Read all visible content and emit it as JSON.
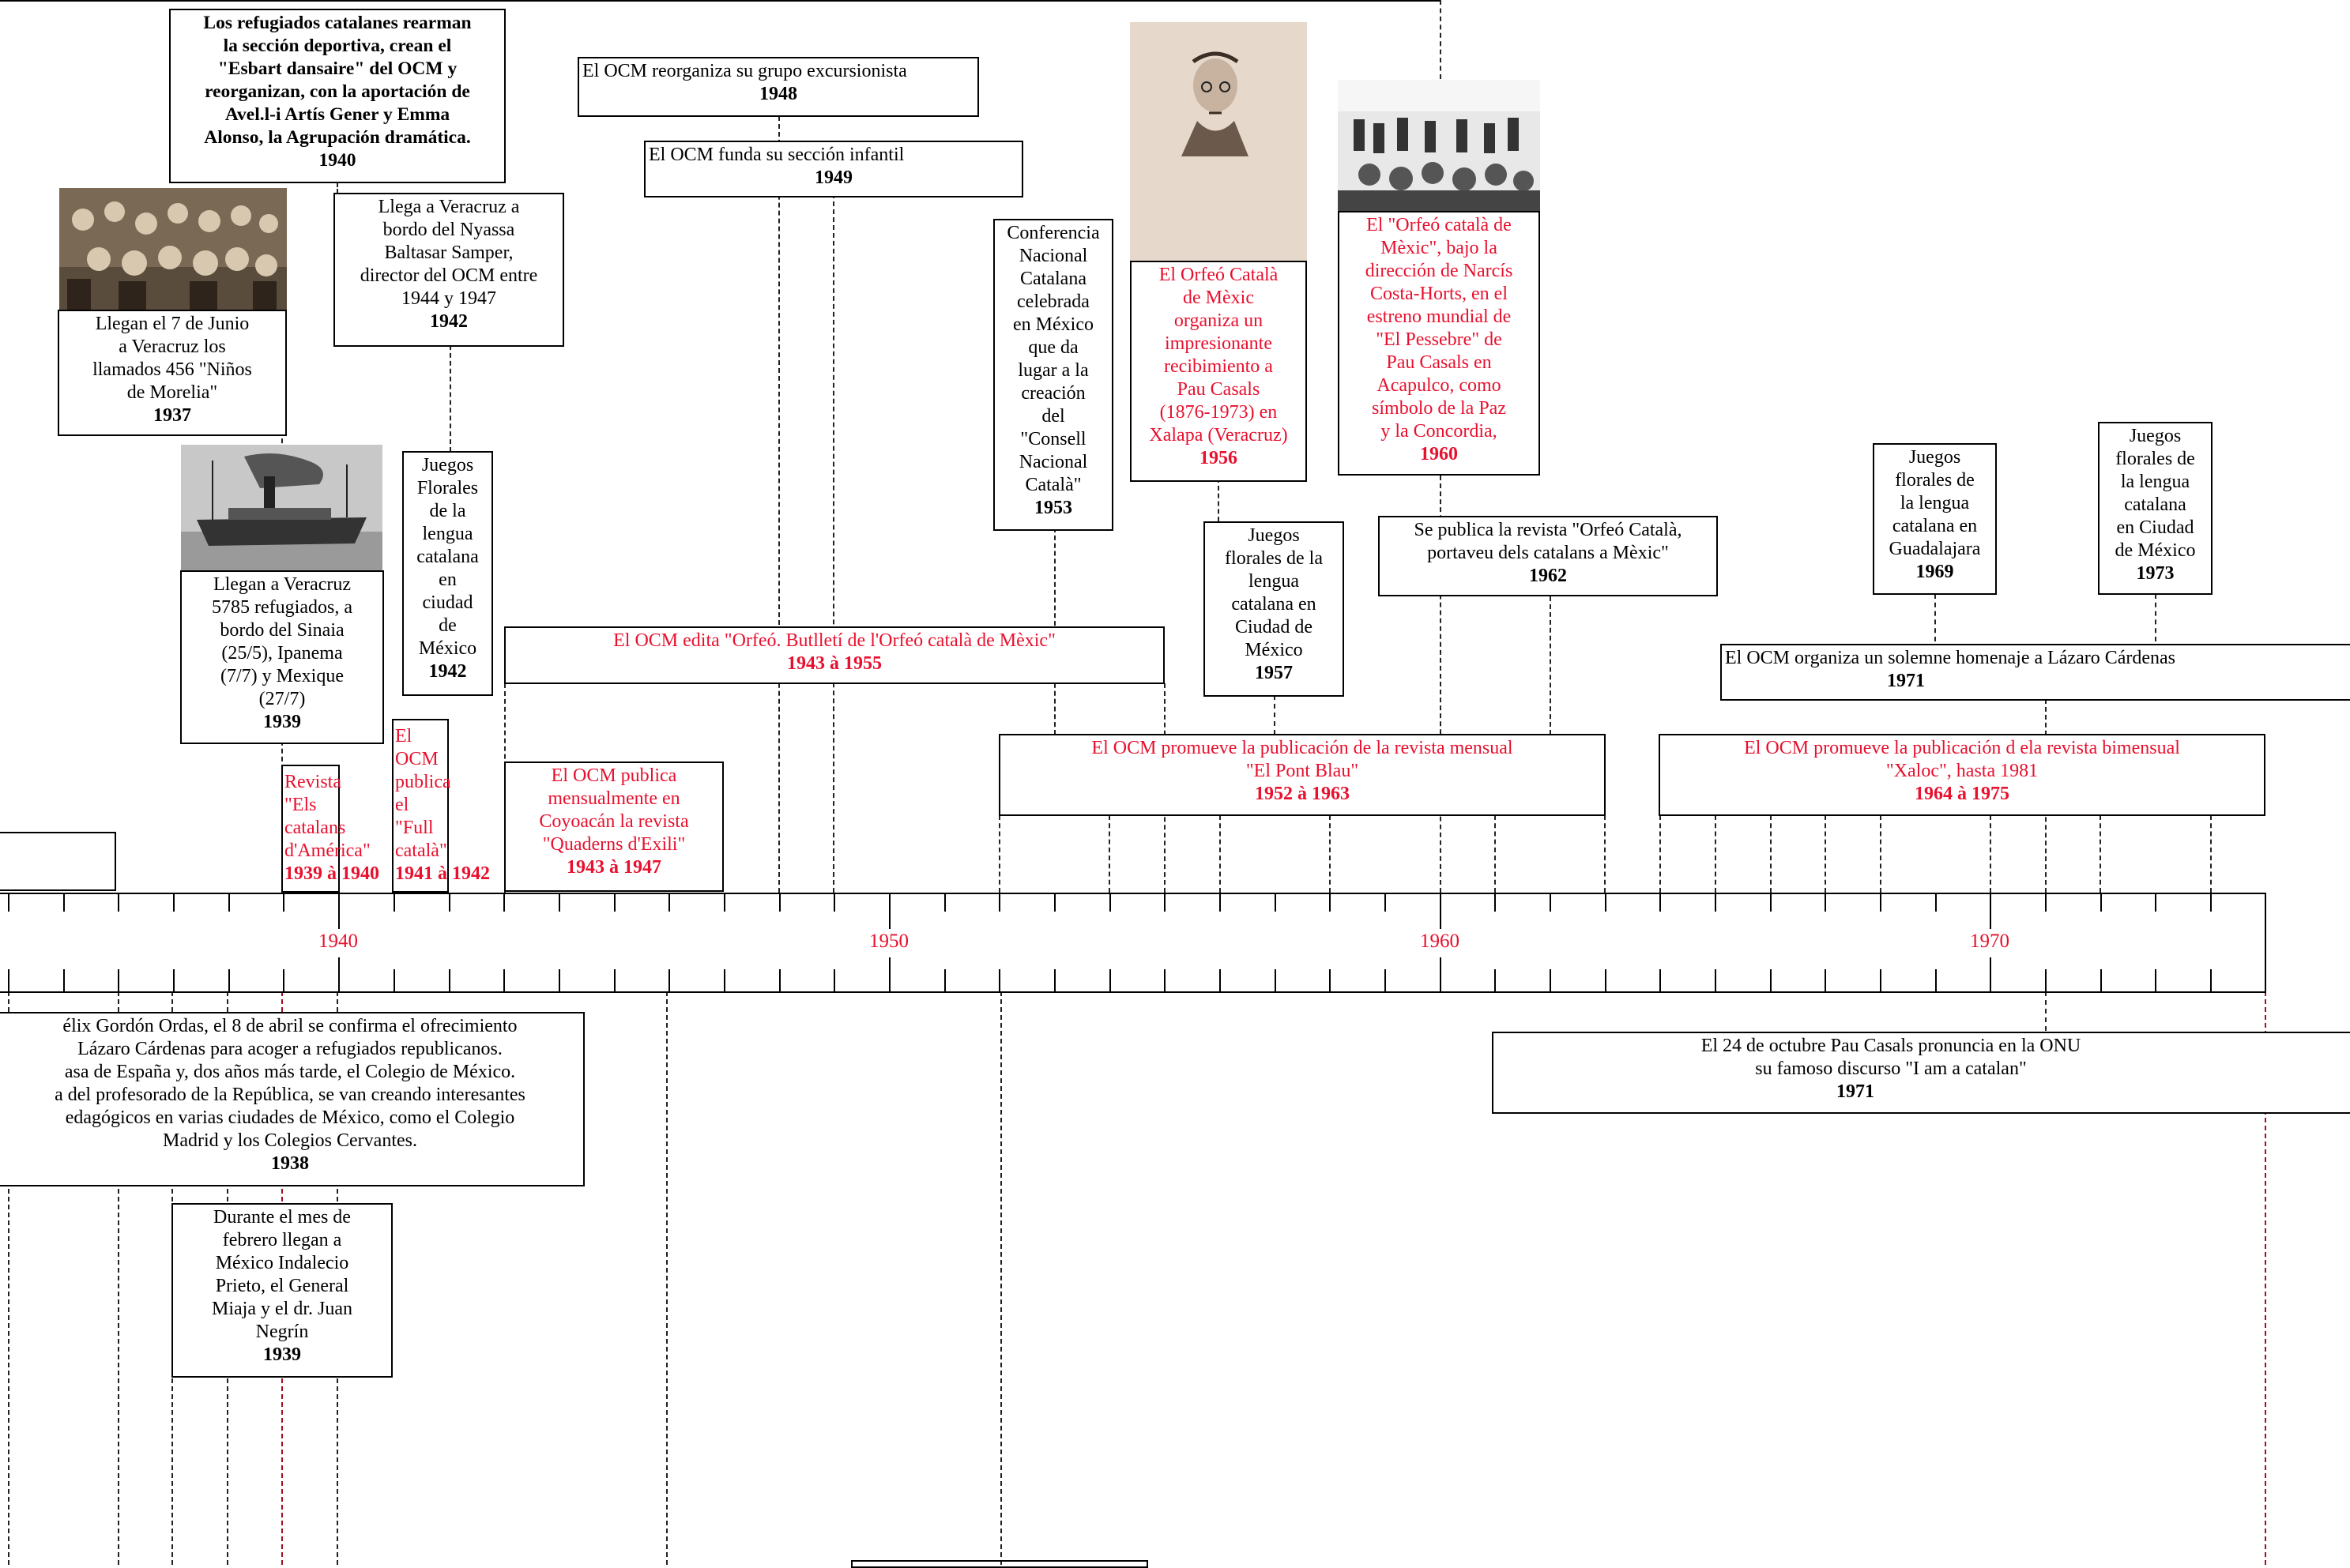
{
  "events": {
    "e1940_catalanes": {
      "text": "Los refugiados catalanes rearman\nla sección deportiva, crean el\n\"Esbart dansaire\" del OCM y\nreorganizan, con la aportación de\nAvel.l-i Artís Gener y Emma\nAlonso, la Agrupación dramática.",
      "year": "1940"
    },
    "e1937_ninos": {
      "text": "Llegan el 7 de Junio\na Veracruz los\nllamados 456 \"Niños\nde Morelia\"",
      "year": "1937"
    },
    "e1942_nyassa": {
      "text": "Llega a Veracruz a\nbordo del Nyassa\nBaltasar Samper,\ndirector del OCM entre\n1944 y 1947",
      "year": "1942"
    },
    "e1939_sinaia": {
      "text": "Llegan a Veracruz\n5785 refugiados, a\nbordo del Sinaia\n(25/5), Ipanema\n(7/7) y Mexique\n(27/7)",
      "year": "1939"
    },
    "e1942_juegos": {
      "text": "Juegos\nFlorales\nde la\nlengua\ncatalana\nen\nciudad\nde\nMéxico",
      "year": "1942"
    },
    "e1939_revista": {
      "text": "Revista\n\"Els\ncatalans\nd'América\"",
      "year": "1939 à 1940"
    },
    "e1941_full": {
      "text": "El\nOCM\npublica\nel\n\"Full\ncatalà\"",
      "year": "1941 à 1942"
    },
    "e1943_quaderns": {
      "text": "El OCM publica\nmensualmente en\nCoyoacán la revista\n\"Quaderns d'Exili\"",
      "year": "1943 à 1947"
    },
    "e1943_orfeo": {
      "text": "El OCM edita \"Orfeó. Butlletí de l'Orfeó català de Mèxic\"",
      "year": "1943 à 1955"
    },
    "e1948_excursionista": {
      "text": "El OCM reorganiza su grupo excursionista",
      "year": "1948"
    },
    "e1949_infantil": {
      "text": "El OCM funda su sección infantil",
      "year": "1949"
    },
    "e1953_conferencia": {
      "text": "Conferencia\nNacional\nCatalana\ncelebrada\nen México\nque da\nlugar a la\ncreación\ndel\n\"Consell\nNacional\nCatalà\"",
      "year": "1953"
    },
    "e1956_casals": {
      "text": "El Orfeó Català\nde Mèxic\norganiza un\nimpresionante\nrecibimiento a\nPau Casals\n(1876-1973) en\nXalapa (Veracruz)",
      "year": "1956"
    },
    "e1960_pessebre": {
      "text": "El \"Orfeó català de\nMèxic\", bajo la\ndirección de Narcís\nCosta-Horts, en el\nestreno mundial de\n\"El Pessebre\" de\nPau Casals en\nAcapulco, como\nsímbolo de la Paz\ny la Concordia,",
      "year": "1960"
    },
    "e1957_juegos": {
      "text": "Juegos\nflorales de la\nlengua\ncatalana en\nCiudad de\nMéxico",
      "year": "1957"
    },
    "e1962_revista": {
      "text": "Se publica la revista \"Orfeó Català,\nportaveu dels catalans a Mèxic\"",
      "year": "1962"
    },
    "e1952_pontblau": {
      "text": "El OCM promueve la publicación de la revista mensual\n\"El Pont Blau\"",
      "year": "1952 à 1963"
    },
    "e1969_juegos": {
      "text": "Juegos\nflorales de\nla lengua\ncatalana en\nGuadalajara",
      "year": "1969"
    },
    "e1973_juegos": {
      "text": "Juegos\nflorales de\nla lengua\ncatalana\nen Ciudad\nde México",
      "year": "1973"
    },
    "e1971_cardenas": {
      "text": "El OCM organiza un solemne homenaje a Lázaro Cárdenas",
      "year": "1971"
    },
    "e1964_xaloc": {
      "text": "El OCM promueve la publicación d ela revista bimensual\n\"Xaloc\", hasta 1981",
      "year": "1964 à 1975"
    },
    "e1938_gordon": {
      "text": "élix Gordón Ordas, el 8 de abril se confirma el ofrecimiento\nLázaro Cárdenas para acoger a refugiados republicanos.\nasa de España y, dos años más tarde, el Colegio de México.\na del profesorado de la República, se van creando interesantes\nedagógicos en varias ciudades de México, como el Colegio\nMadrid y los Colegios Cervantes.",
      "year": "1938"
    },
    "e1939_prieto": {
      "text": "Durante el mes de\nfebrero llegan a\nMéxico Indalecio\nPrieto, el General\nMiaja y el dr. Juan\nNegrín",
      "year": "1939"
    },
    "e1971_onu": {
      "text": "El 24 de octubre Pau Casals pronuncia en la ONU\nsu famoso discurso \"I am a catalan\"",
      "year": "1971"
    }
  },
  "axis": {
    "labels": [
      "1940",
      "1950",
      "1960",
      "1970"
    ]
  },
  "colors": {
    "accent_red": "#e8102e",
    "line": "#000000"
  }
}
